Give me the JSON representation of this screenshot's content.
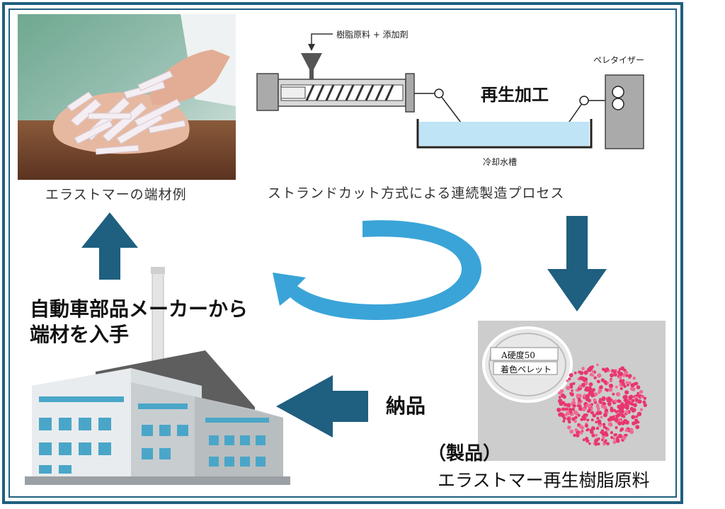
{
  "scrap_photo": {
    "caption": "エラストマーの端材例"
  },
  "process": {
    "input_label": "樹脂原料 + 添加剤",
    "pelletizer_label": "ペレタイザー",
    "regen_label": "再生加工",
    "water_tank_label": "冷却水槽",
    "caption": "ストランドカット方式による連続製造プロセス"
  },
  "factory": {
    "source_line1": "自動車部品メーカーから",
    "source_line2": "端材を入手",
    "delivery_label": "納品"
  },
  "product": {
    "dish_label_line1": "A硬度50",
    "dish_label_line2": "着色ペレット",
    "heading": "（製品）",
    "name": "エラストマー再生樹脂原料"
  },
  "colors": {
    "frame": "#1f5f7f",
    "arrow_dark": "#1f5f7f",
    "cycle_arrow": "#3aa4d8",
    "water": "#bfe4f5",
    "pellet_pink": "#e8366e"
  }
}
